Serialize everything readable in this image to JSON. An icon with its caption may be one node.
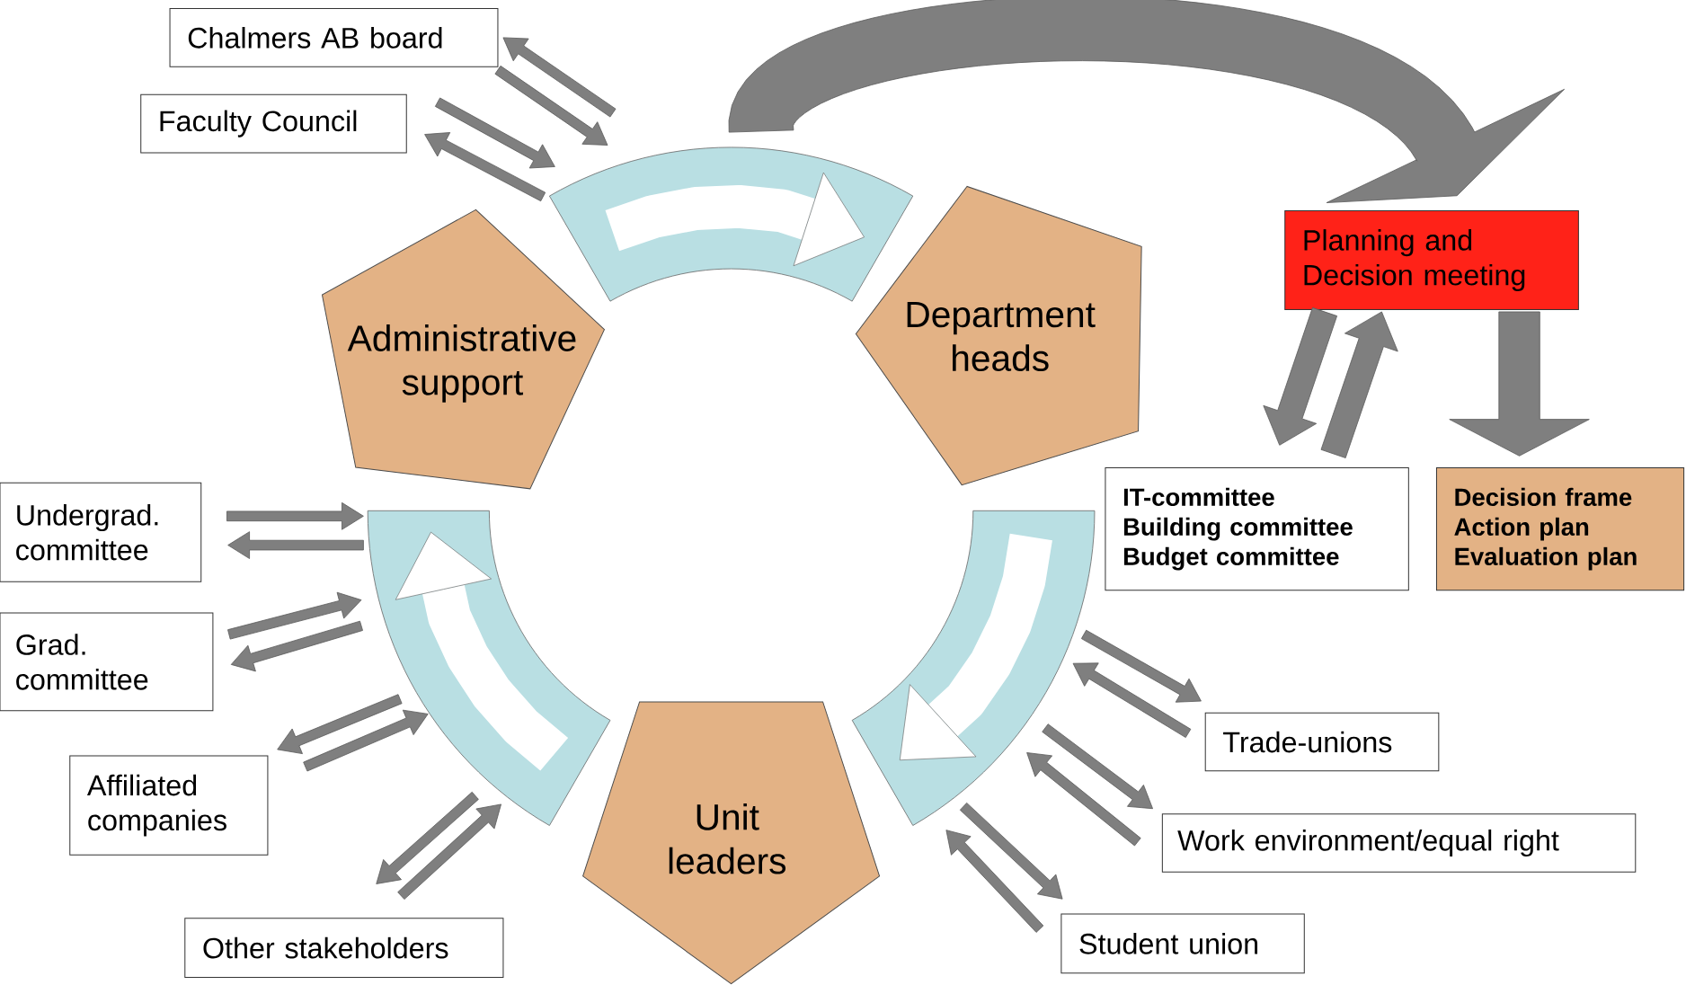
{
  "diagram": {
    "nodes": [
      {
        "text": [
          "Chalmers AB board"
        ]
      },
      {
        "text": [
          "Faculty Council"
        ]
      },
      {
        "text": [
          "Administrative support"
        ]
      },
      {
        "text": [
          "Department heads"
        ]
      },
      {
        "text": [
          "Unit leaders"
        ]
      },
      {
        "text": [
          "Planning and Decision meeting"
        ]
      },
      {
        "text": [
          "IT-committee",
          "Building committee",
          "Budget committee"
        ]
      },
      {
        "text": [
          "Decision frame",
          "Action plan",
          "Evaluation plan"
        ]
      },
      {
        "text": [
          "Undergrad. committee"
        ]
      },
      {
        "text": [
          "Grad. committee"
        ]
      },
      {
        "text": [
          "Affiliated companies"
        ]
      },
      {
        "text": [
          "Other stakeholders"
        ]
      },
      {
        "text": [
          "Trade-unions"
        ]
      },
      {
        "text": [
          "Work environment/equal right"
        ]
      },
      {
        "text": [
          "Student union"
        ]
      }
    ],
    "edges": [
      {
        "from": 2,
        "to": 3,
        "arrow": "to",
        "color": "#ffffff"
      },
      {
        "from": 3,
        "to": 4,
        "arrow": "to",
        "color": "#ffffff"
      },
      {
        "from": 4,
        "to": 2,
        "arrow": "to",
        "color": "#ffffff"
      },
      {
        "from": null,
        "to": 0,
        "arrow": "to"
      },
      {
        "from": 0,
        "to": null,
        "arrow": "to"
      },
      {
        "from": 1,
        "to": null,
        "arrow": "to"
      },
      {
        "from": null,
        "to": 1,
        "arrow": "to"
      },
      {
        "from": 8,
        "to": null,
        "arrow": "to"
      },
      {
        "from": null,
        "to": 8,
        "arrow": "to"
      },
      {
        "from": 9,
        "to": null,
        "arrow": "to"
      },
      {
        "from": null,
        "to": 9,
        "arrow": "to"
      },
      {
        "from": null,
        "to": 10,
        "arrow": "to"
      },
      {
        "from": 10,
        "to": null,
        "arrow": "to"
      },
      {
        "from": null,
        "to": 11,
        "arrow": "to"
      },
      {
        "from": 11,
        "to": null,
        "arrow": "to"
      },
      {
        "from": null,
        "to": 12,
        "arrow": "to"
      },
      {
        "from": 12,
        "to": null,
        "arrow": "to"
      },
      {
        "from": null,
        "to": 13,
        "arrow": "to"
      },
      {
        "from": 13,
        "to": null,
        "arrow": "to"
      },
      {
        "from": null,
        "to": 14,
        "arrow": "to"
      },
      {
        "from": 14,
        "to": null,
        "arrow": "to"
      },
      {
        "from": null,
        "to": 5,
        "arrow": "to",
        "style": "thick"
      },
      {
        "from": 5,
        "to": 6,
        "arrow": "to",
        "style": "thick"
      },
      {
        "from": 6,
        "to": 5,
        "arrow": "to",
        "style": "thick"
      },
      {
        "from": 5,
        "to": 7,
        "arrow": "to",
        "style": "thick"
      }
    ]
  }
}
